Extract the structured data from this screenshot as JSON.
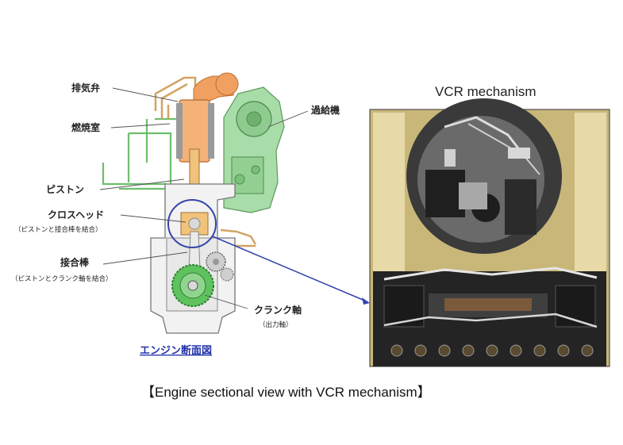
{
  "labels": {
    "exhaust_valve": "排気弁",
    "combustion_chamber": "燃焼室",
    "piston": "ピストン",
    "crosshead": "クロスヘッド",
    "crosshead_note": "（ピストンと接合棒を結合）",
    "connecting_rod": "接合棒",
    "connecting_rod_note": "（ピストンとクランク軸を結合）",
    "crankshaft": "クランク軸",
    "crankshaft_note": "（出力軸）",
    "turbocharger": "過給機",
    "section_title": "エンジン断面図"
  },
  "photo_title": "VCR mechanism",
  "caption": "【Engine sectional view with VCR mechanism】",
  "colors": {
    "engine_body": "#f2f2f2",
    "outline": "#777777",
    "frame_green": "#9bd49b",
    "piston_orange": "#f0a060",
    "pipe_tan": "#d9b27a",
    "highlight_circle": "#3344aa",
    "leader_line": "#555555",
    "photo_dark": "#2a2a2a"
  }
}
